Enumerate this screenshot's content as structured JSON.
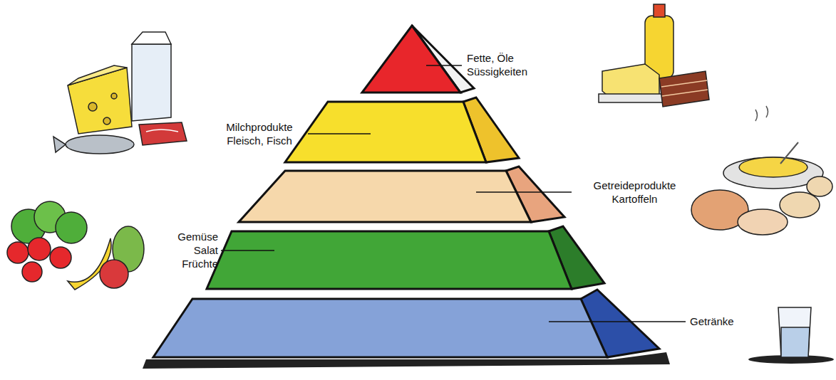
{
  "diagram": {
    "labels": [
      "Fette, Öle Süssigkeiten",
      "Milchprodukte Fleisch, Fisch",
      "Getreideprodukte Kartoffeln",
      "Gemüse Salat Früchte",
      "Getränke"
    ]
  }
}
